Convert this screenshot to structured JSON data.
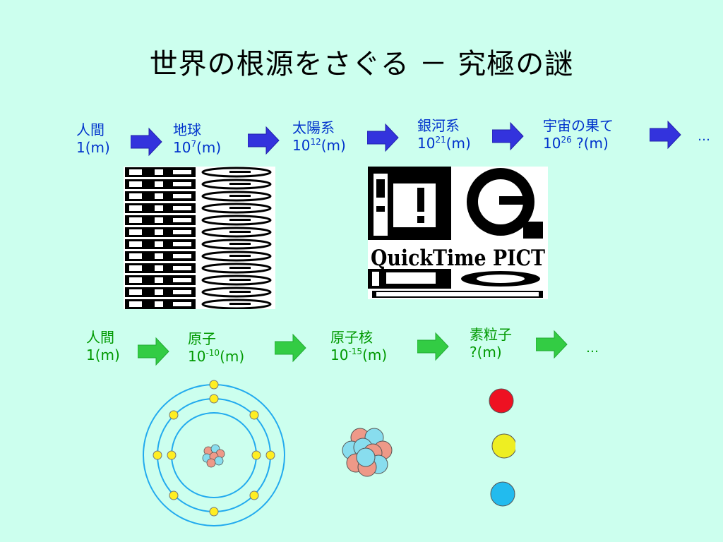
{
  "title": "世界の根源をさぐる － 究極の謎",
  "colors": {
    "background": "#ccffee",
    "row1_text": "#0033cc",
    "row2_text": "#009900",
    "row1_arrow": "#3333dd",
    "row2_arrow": "#33cc44"
  },
  "row1": [
    {
      "name": "人間",
      "base": "1",
      "exp": "",
      "unit": "(m)"
    },
    {
      "name": "地球",
      "base": "10",
      "exp": "7",
      "unit": "(m)"
    },
    {
      "name": "太陽系",
      "base": "10",
      "exp": "12",
      "unit": "(m)"
    },
    {
      "name": "銀河系",
      "base": "10",
      "exp": "21",
      "unit": "(m)"
    },
    {
      "name": "宇宙の果て",
      "base": "10",
      "exp": "26",
      "unit": " ?(m)"
    }
  ],
  "row1_ellipsis": "…",
  "row2": [
    {
      "name": "人間",
      "base": "1",
      "exp": "",
      "unit": "(m)"
    },
    {
      "name": "原子",
      "base": "10",
      "exp": "-10",
      "unit": "(m)"
    },
    {
      "name": "原子核",
      "base": "10",
      "exp": "-15",
      "unit": "(m)"
    },
    {
      "name": "素粒子",
      "base": "?",
      "exp": "",
      "unit": "(m)"
    }
  ],
  "row2_ellipsis": "…",
  "pict_placeholder": {
    "text": "QuickTime PICT"
  },
  "particles": [
    {
      "color": "#ee1122"
    },
    {
      "color": "#eeee22"
    },
    {
      "color": "#22bbee"
    }
  ]
}
